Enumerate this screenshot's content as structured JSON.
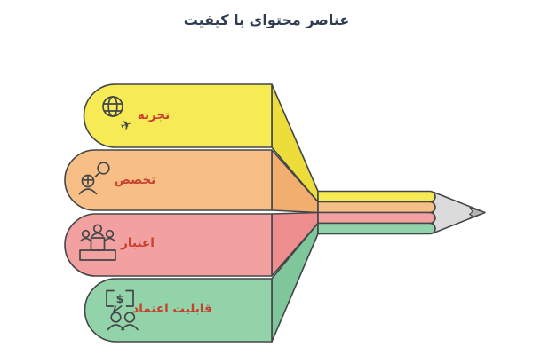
{
  "title": "عناصر محتوای با کیفیت",
  "items": [
    {
      "label": "تجربه",
      "icon": "globe-airplane-icon",
      "banner_color": "#F6EB55",
      "fold_color": "#EDDD3B"
    },
    {
      "label": "تخصص",
      "icon": "person-search-icon",
      "banner_color": "#F7BF86",
      "fold_color": "#F2AE6F"
    },
    {
      "label": "اعتبار",
      "icon": "podium-people-icon",
      "banner_color": "#F3A0A0",
      "fold_color": "#EE8D8D"
    },
    {
      "label": "قابلیت اعتماد",
      "icon": "money-chat-people-icon",
      "banner_color": "#93D3AA",
      "fold_color": "#7FC79A"
    }
  ],
  "pencil": {
    "wood_color": "#DBDBDB",
    "lead_color": "#B3B3B3"
  },
  "colors": {
    "outline": "#434649",
    "label_text": "#C8402F",
    "title_text": "#2F3C52",
    "background": "#FFFFFF"
  },
  "icon_glyphs": {
    "plane": "✈",
    "dollar": "$"
  }
}
